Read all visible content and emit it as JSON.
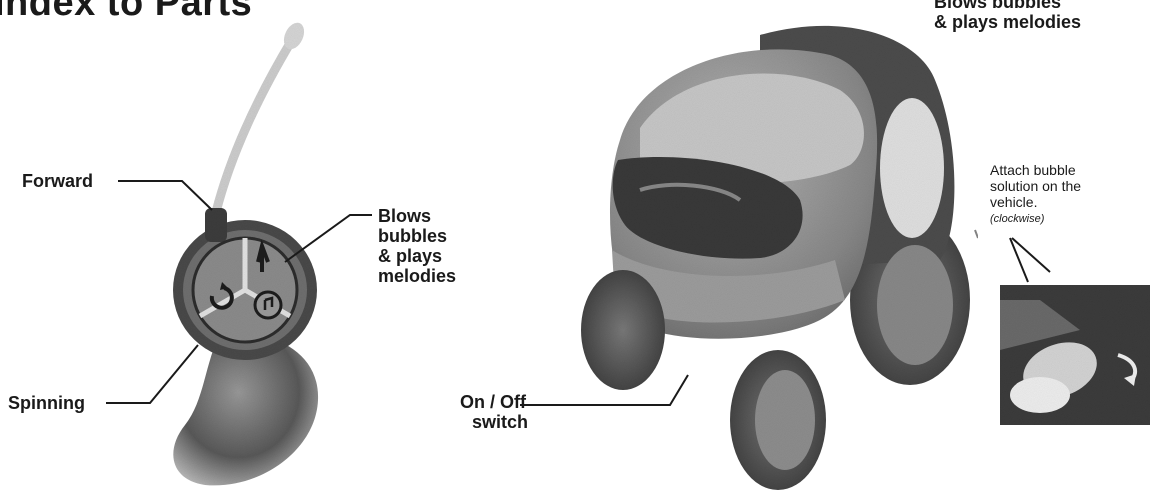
{
  "page": {
    "title": "Index to Parts"
  },
  "remote_labels": {
    "forward": "Forward",
    "spinning": "Spinning",
    "blows_line1": "Blows",
    "blows_line2": "bubbles",
    "blows_line3": "& plays",
    "blows_line4": "melodies"
  },
  "vehicle_labels": {
    "top_line1": "Blows bubbles",
    "top_line2": "& plays melodies",
    "onoff_line1": "On / Off",
    "onoff_line2": "switch",
    "attach_line1": "Attach bubble",
    "attach_line2": "solution on the",
    "attach_line3": "vehicle.",
    "attach_note": "(clockwise)"
  }
}
